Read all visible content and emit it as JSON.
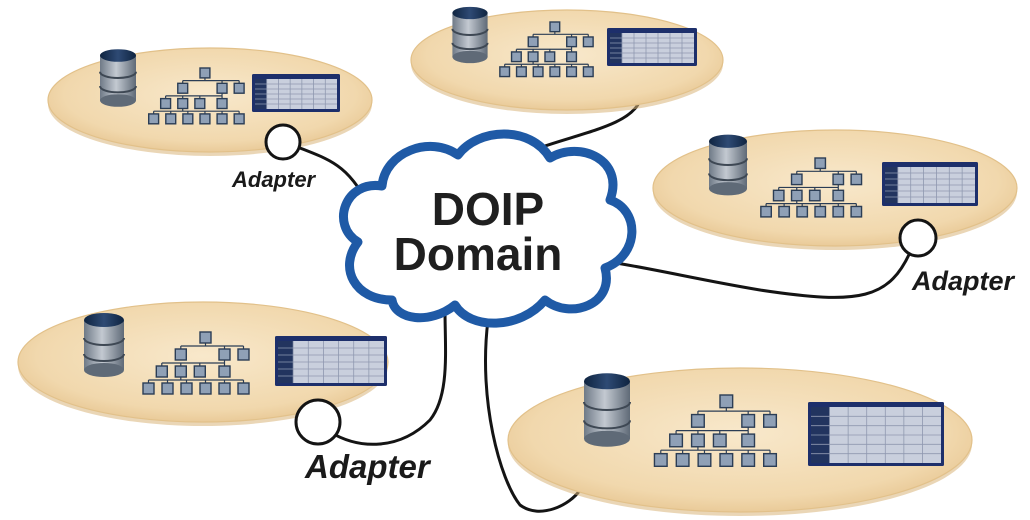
{
  "domain": {
    "line1": "DOIP",
    "line2": "Domain"
  },
  "adapter_label": "Adapter",
  "colors": {
    "cloud_stroke": "#1f5aa6",
    "cloud_fill": "#ffffff",
    "domain_text": "#1f1f1f",
    "platform_fill": "#f3dcb4",
    "platform_edge": "#e2c18a",
    "db_dark": "#1e3556",
    "db_mid": "#8b95a1",
    "node_fill": "#8fa0b6",
    "node_edge": "#2b3d55",
    "table_border": "#1d2f6b",
    "table_cell": "#c9cfdd",
    "line": "#141414"
  },
  "icons": [
    "database-icon",
    "hierarchy-icon",
    "data-table-icon",
    "cloud-icon",
    "adapter-circle-icon"
  ]
}
